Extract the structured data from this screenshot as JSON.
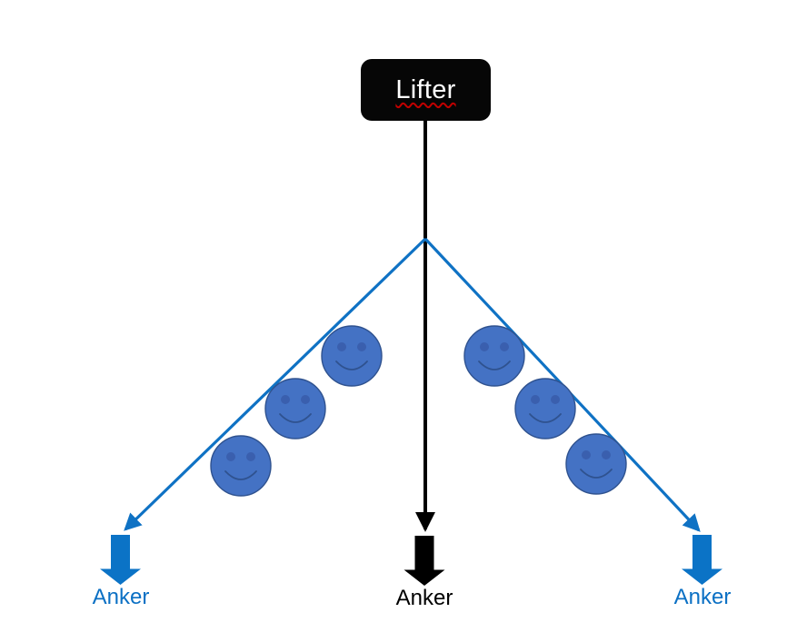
{
  "lifter": {
    "label": "Lifter",
    "spellcheck_underline": true
  },
  "anchors": [
    {
      "position": "left",
      "label": "Anker"
    },
    {
      "position": "center",
      "label": "Anker"
    },
    {
      "position": "right",
      "label": "Anker"
    }
  ],
  "helpers": {
    "icon": "smiley-face-icon",
    "left_count": 3,
    "right_count": 3
  },
  "structure": "Lifter box connects via one straight black lifting line to center anchor; two blue ropes branch from the lifting line down to left and right anchors; three smiley-face helpers sit along each blue rope.",
  "colors": {
    "rope_blue": "#0f72c4",
    "block_arrow_blue": "#0b73c6",
    "anchor_text_blue": "#0b70c4",
    "face_fill": "#4472c4",
    "face_detail": "#2f528f",
    "face_eye": "#3a5fae",
    "line_black": "#000000",
    "lifter_bg": "#060606",
    "lifter_text": "#ffffff",
    "spellcheck_red": "#c00000"
  }
}
